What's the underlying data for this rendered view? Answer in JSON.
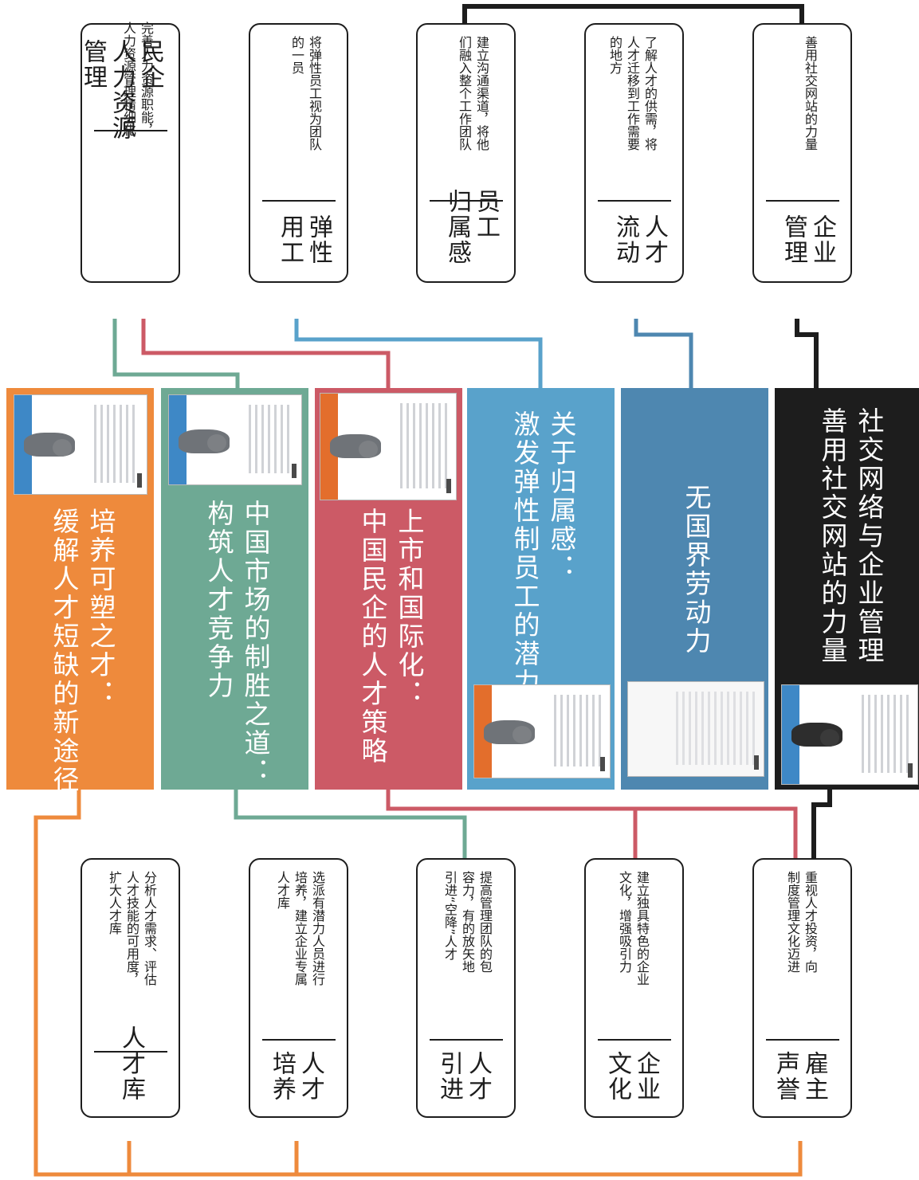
{
  "colors": {
    "orange": "#ee8a3c",
    "green": "#6ea994",
    "red": "#cc5a66",
    "blue": "#59a2cb",
    "steel": "#4e87b0",
    "black": "#1d1d1d"
  },
  "themes": [
    {
      "title": "培养可塑之才：\n缓解人才短缺的新途径",
      "color": "orange"
    },
    {
      "title": "中国市场的制胜之道：\n构筑人才竞争力",
      "color": "green"
    },
    {
      "title": "上市和国际化：\n中国民企的人才策略",
      "color": "red"
    },
    {
      "title": "关于归属感：\n激发弹性制员工的潜力",
      "color": "blue"
    },
    {
      "title": "无国界劳动力",
      "color": "steel"
    },
    {
      "title": "社交网络与企业管理\n善用社交网站的力量",
      "color": "black"
    }
  ],
  "top_factors": [
    {
      "key": "民企\n人力资源\n管理",
      "desc": "完善人力资源职能，\n人力资源管理精细化"
    },
    {
      "key": "弹性\n用工",
      "desc": "将弹性员工视为团队\n的一员"
    },
    {
      "key": "员工\n归属感",
      "desc": "建立沟通渠道，将他\n们融入整个工作团队"
    },
    {
      "key": "人才\n流动",
      "desc": "了解人才的供需，将\n人才迁移到工作需要\n的地方"
    },
    {
      "key": "企业\n管理",
      "desc": "善用社交网站的力量"
    }
  ],
  "bottom_factors": [
    {
      "key": "人才库",
      "desc": "分析人才需求、评估\n人才技能的可用度，\n扩大人才库"
    },
    {
      "key": "人才\n培养",
      "desc": "选派有潜力人员进行\n培养，建立企业专属\n人才库"
    },
    {
      "key": "人才\n引进",
      "desc": "提高管理团队的包\n容力，有的放矢地\n引进“空降”人才"
    },
    {
      "key": "企业\n文化",
      "desc": "建立独具特色的企业\n文化，增强吸引力"
    },
    {
      "key": "雇主\n声誉",
      "desc": "重视人才投资，向\n制度管理文化迈进"
    }
  ]
}
